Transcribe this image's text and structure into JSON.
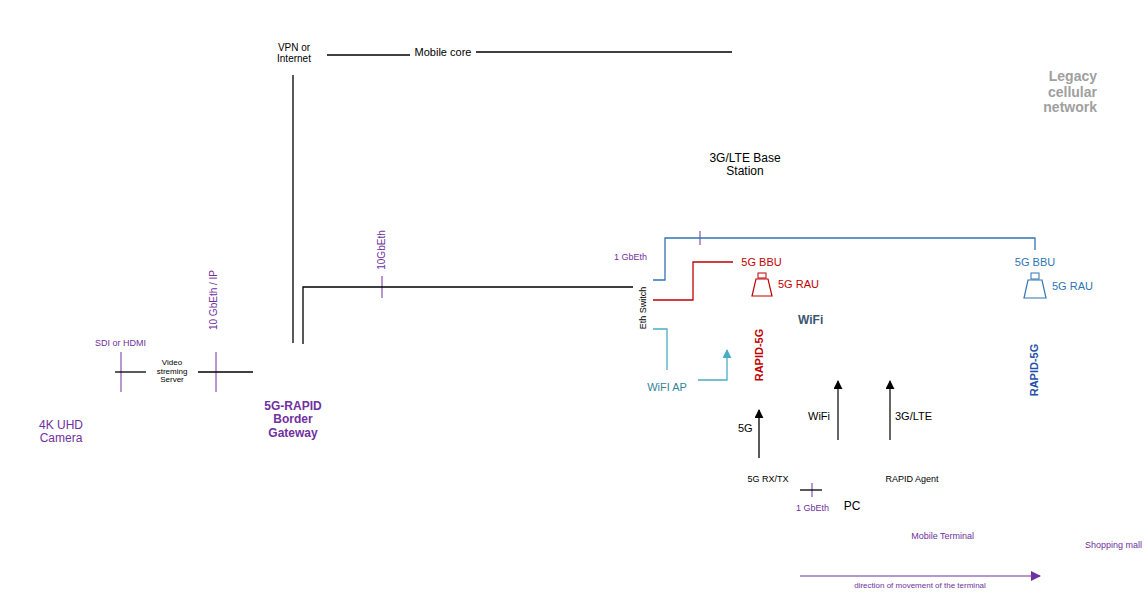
{
  "diagram": {
    "nodes": [
      {
        "text": [
          "4K UHD Camera"
        ]
      },
      {
        "text": [
          "Video streming Server"
        ]
      },
      {
        "text": [
          "5G-RAPID Border Gateway"
        ]
      },
      {
        "text": [
          "VPN or Internet"
        ]
      },
      {
        "text": [
          "Mobile core"
        ]
      },
      {
        "text": [
          "Legacy cellular network"
        ]
      },
      {
        "text": [
          "3G/LTE Base Station"
        ],
        "in": 5
      },
      {
        "text": [
          "Shopping mall"
        ]
      },
      {
        "text": [
          "Eth Switch"
        ],
        "in": 7
      },
      {
        "text": [
          "5G BBU"
        ],
        "in": 7
      },
      {
        "text": [
          "WiFi"
        ],
        "in": 7
      },
      {
        "text": [
          "RAPID-5G"
        ],
        "in": 10
      },
      {
        "text": [
          "WiFI AP"
        ],
        "in": 7
      },
      {
        "text": [
          "5G BBU"
        ],
        "in": 7
      },
      {
        "text": [
          "RAPID-5G"
        ],
        "in": 7
      },
      {
        "text": [
          "Mobile Terminal"
        ],
        "in": 7
      },
      {
        "text": [
          "5G RX/TX"
        ],
        "in": 15
      },
      {
        "text": [
          "PC"
        ],
        "in": 15
      },
      {
        "text": [
          "RAPID Agent"
        ],
        "in": 15
      }
    ],
    "edges": [
      {
        "from": 0,
        "to": 1,
        "arrow": "none"
      },
      {
        "from": 1,
        "to": 2,
        "arrow": "none"
      },
      {
        "from": 2,
        "to": 3,
        "arrow": "none"
      },
      {
        "from": 3,
        "to": 4,
        "arrow": "none"
      },
      {
        "from": 4,
        "to": 6,
        "arrow": "none"
      },
      {
        "from": 2,
        "to": 8,
        "arrow": "none"
      },
      {
        "from": 8,
        "to": 9,
        "arrow": "none"
      },
      {
        "from": 8,
        "to": 13,
        "arrow": "none"
      },
      {
        "from": 8,
        "to": 12,
        "arrow": "none"
      },
      {
        "from": 12,
        "to": 10,
        "arrow": "to"
      },
      {
        "from": 16,
        "to": 11,
        "arrow": "to"
      },
      {
        "from": 16,
        "to": 17,
        "arrow": "none"
      }
    ],
    "labels": [
      "SDI or HDMI",
      "10 GbEth / IP",
      "10GbEth",
      "1 GbEth",
      "5G RAU",
      "5G RAU",
      "5G",
      "WiFi",
      "3G/LTE",
      "1 GbEth",
      "direction of movement of the terminal"
    ]
  }
}
